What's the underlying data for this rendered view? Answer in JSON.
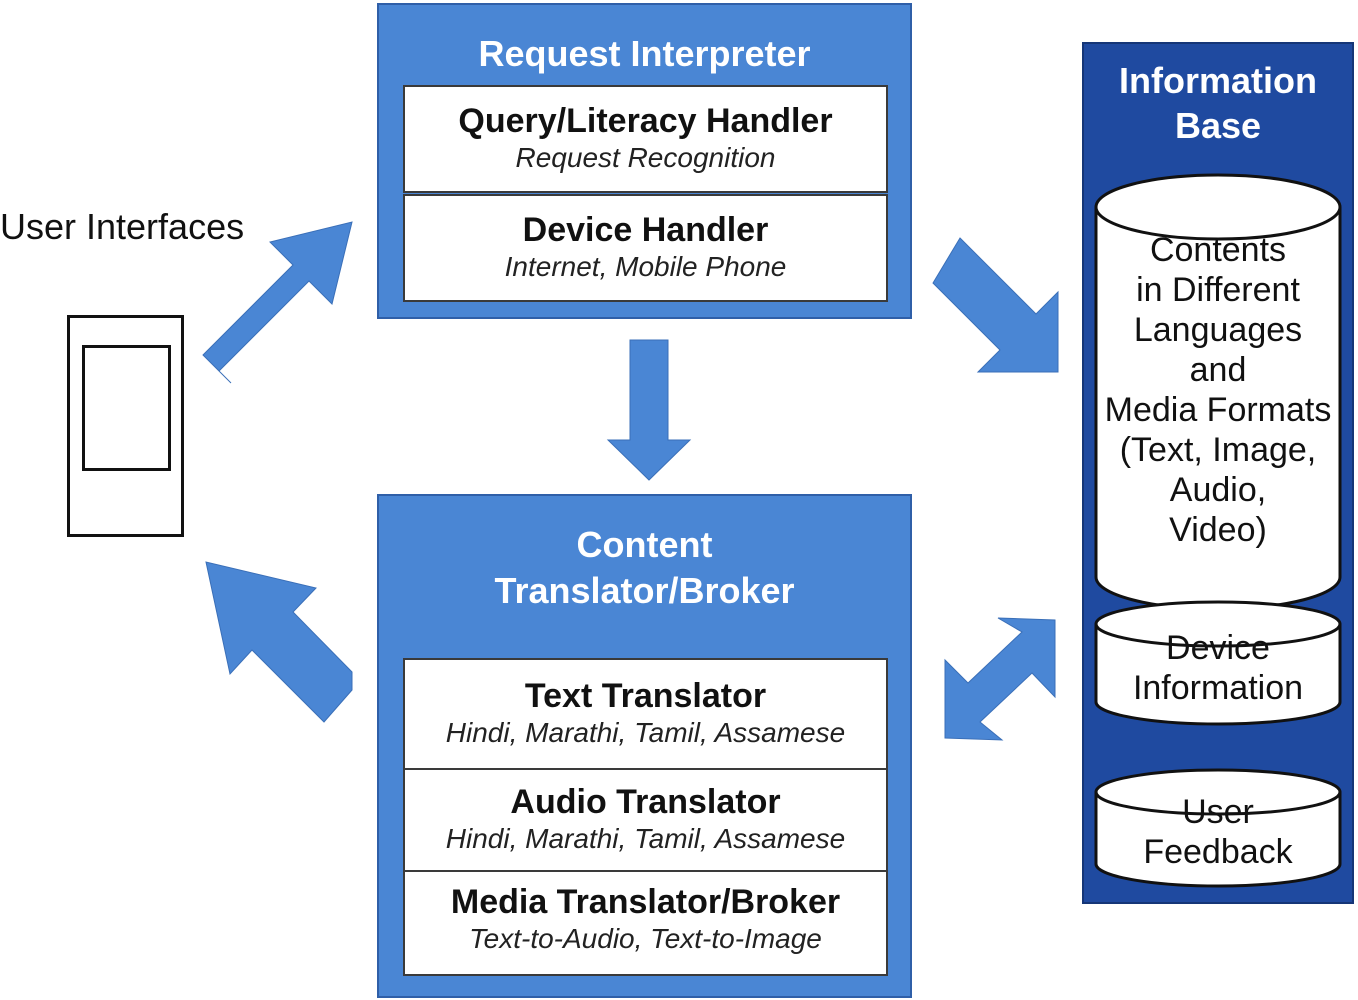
{
  "user_interfaces": {
    "label": "User Interfaces"
  },
  "request_interpreter": {
    "title": "Request  Interpreter",
    "query_handler": {
      "title": "Query/Literacy Handler",
      "subtitle": "Request Recognition"
    },
    "device_handler": {
      "title": "Device Handler",
      "subtitle": "Internet, Mobile Phone"
    }
  },
  "content_translator": {
    "title_line1": "Content",
    "title_line2": "Translator/Broker",
    "text_translator": {
      "title": "Text Translator",
      "subtitle": "Hindi, Marathi, Tamil, Assamese"
    },
    "audio_translator": {
      "title": "Audio Translator",
      "subtitle": "Hindi, Marathi, Tamil, Assamese"
    },
    "media_translator": {
      "title": "Media Translator/Broker",
      "subtitle": "Text-to-Audio, Text-to-Image"
    }
  },
  "information_base": {
    "title_line1": "Information",
    "title_line2": "Base",
    "contents": {
      "line1": "Contents",
      "line2": "in Different",
      "line3": "Languages",
      "line4": "and",
      "line5": "Media Formats",
      "line6": "(Text, Image,",
      "line7": "Audio,",
      "line8": "Video)"
    },
    "device_information": {
      "line1": "Device",
      "line2": "Information"
    },
    "user_feedback": {
      "line1": "User",
      "line2": "Feedback"
    }
  },
  "colors": {
    "panel_blue": "#4a86d4",
    "info_base_blue": "#1f4aa0",
    "arrow_blue": "#4a86d4"
  }
}
